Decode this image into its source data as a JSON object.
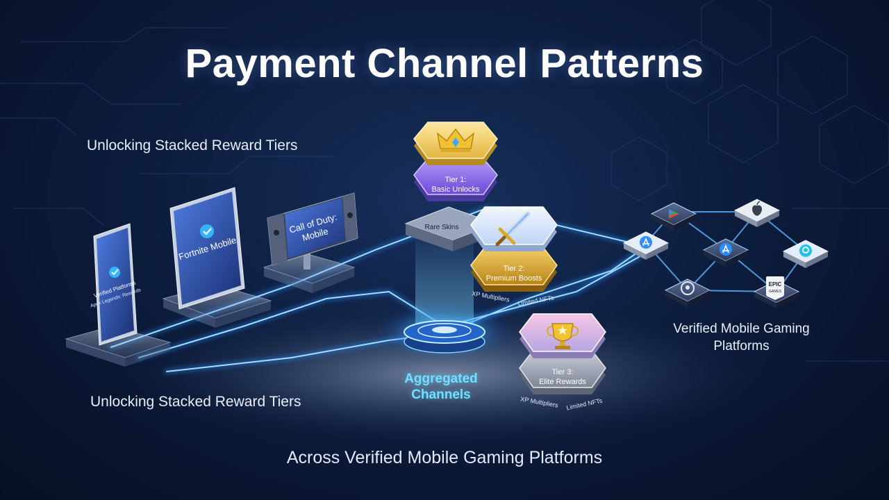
{
  "title": "Payment Channel Patterns",
  "labels": {
    "unlocking_top": "Unlocking Stacked Reward Tiers",
    "unlocking_bottom": "Unlocking Stacked Reward Tiers",
    "verified_platforms": "Verified Mobile Gaming Platforms",
    "across": "Across Verified Mobile Gaming Platforms",
    "aggregated": "Aggregated Channels"
  },
  "devices": {
    "phone": {
      "title": "Verified Platforms",
      "subtitle": "Apex Legends: Rewards"
    },
    "tablet": {
      "title": "Fortnite Mobile"
    },
    "handheld": {
      "title": "Call of Duty:",
      "subtitle": "Mobile"
    }
  },
  "tiers": [
    {
      "name": "Tier 1:",
      "desc": "Basic Unlocks",
      "extra": "Rare Skins",
      "icon": "crown-icon",
      "color": "#8d6cf0"
    },
    {
      "name": "Tier 2:",
      "desc": "Premium Boosts",
      "extra_left": "XP Multipliers",
      "extra_right": "Limited NFTs",
      "icon": "sword-icon",
      "color": "#d9a928"
    },
    {
      "name": "Tier 3:",
      "desc": "Elite Rewards",
      "extra_left": "XP Multipliers",
      "extra_right": "Limited NFTs",
      "icon": "trophy-icon",
      "color": "#b6a6e2"
    }
  ],
  "platform_icons": {
    "epic_text": "EPIC",
    "epic_sub": "GAMES"
  },
  "colors": {
    "accent": "#3fa9ff",
    "glow": "#6fe0ff",
    "gold": "#f2c233"
  }
}
